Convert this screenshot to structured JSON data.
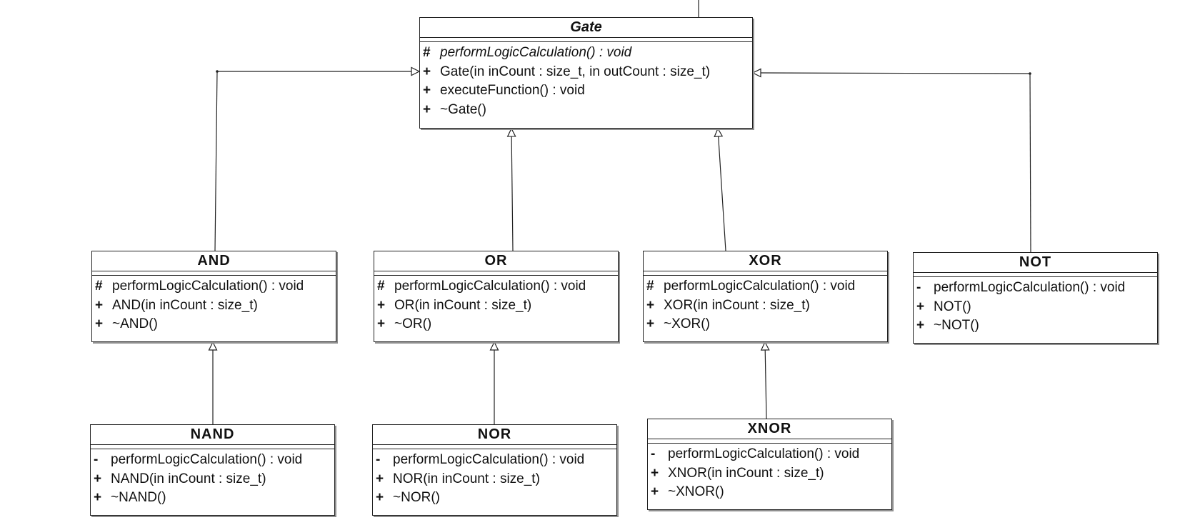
{
  "diagram": {
    "classes": [
      {
        "id": "gate",
        "name": "Gate",
        "abstract": true,
        "operations": [
          {
            "visibility": "#",
            "signature": "performLogicCalculation() : void",
            "abstract": true
          },
          {
            "visibility": "+",
            "signature": "Gate(in inCount : size_t, in outCount : size_t)"
          },
          {
            "visibility": "+",
            "signature": "executeFunction() : void"
          },
          {
            "visibility": "+",
            "signature": "~Gate()"
          }
        ]
      },
      {
        "id": "and",
        "name": "AND",
        "operations": [
          {
            "visibility": "#",
            "signature": "performLogicCalculation() : void"
          },
          {
            "visibility": "+",
            "signature": "AND(in inCount : size_t)"
          },
          {
            "visibility": "+",
            "signature": "~AND()"
          }
        ]
      },
      {
        "id": "or",
        "name": "OR",
        "operations": [
          {
            "visibility": "#",
            "signature": "performLogicCalculation() : void"
          },
          {
            "visibility": "+",
            "signature": "OR(in inCount : size_t)"
          },
          {
            "visibility": "+",
            "signature": "~OR()"
          }
        ]
      },
      {
        "id": "xor",
        "name": "XOR",
        "operations": [
          {
            "visibility": "#",
            "signature": "performLogicCalculation() : void"
          },
          {
            "visibility": "+",
            "signature": "XOR(in inCount : size_t)"
          },
          {
            "visibility": "+",
            "signature": "~XOR()"
          }
        ]
      },
      {
        "id": "not",
        "name": "NOT",
        "operations": [
          {
            "visibility": "-",
            "signature": "performLogicCalculation() : void"
          },
          {
            "visibility": "+",
            "signature": "NOT()"
          },
          {
            "visibility": "+",
            "signature": "~NOT()"
          }
        ]
      },
      {
        "id": "nand",
        "name": "NAND",
        "operations": [
          {
            "visibility": "-",
            "signature": "performLogicCalculation() : void"
          },
          {
            "visibility": "+",
            "signature": "NAND(in inCount : size_t)"
          },
          {
            "visibility": "+",
            "signature": "~NAND()"
          }
        ]
      },
      {
        "id": "nor",
        "name": "NOR",
        "operations": [
          {
            "visibility": "-",
            "signature": "performLogicCalculation() : void"
          },
          {
            "visibility": "+",
            "signature": "NOR(in inCount : size_t)"
          },
          {
            "visibility": "+",
            "signature": "~NOR()"
          }
        ]
      },
      {
        "id": "xnor",
        "name": "XNOR",
        "operations": [
          {
            "visibility": "-",
            "signature": "performLogicCalculation() : void"
          },
          {
            "visibility": "+",
            "signature": "XNOR(in inCount : size_t)"
          },
          {
            "visibility": "+",
            "signature": "~XNOR()"
          }
        ]
      }
    ],
    "generalizations": [
      {
        "child": "and",
        "parent": "gate"
      },
      {
        "child": "or",
        "parent": "gate"
      },
      {
        "child": "xor",
        "parent": "gate"
      },
      {
        "child": "not",
        "parent": "gate"
      },
      {
        "child": "nand",
        "parent": "and"
      },
      {
        "child": "nor",
        "parent": "or"
      },
      {
        "child": "xnor",
        "parent": "xor"
      }
    ]
  }
}
